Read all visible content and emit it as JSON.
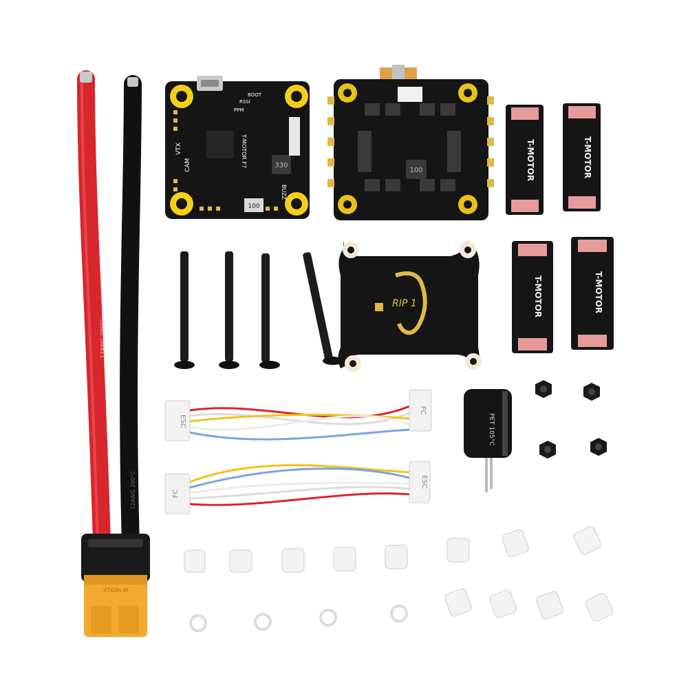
{
  "scene": {
    "background": "#ffffff"
  },
  "flight_controller": {
    "brand_mark": "T-MOTOR F7 ",
    "labels": [
      "VTX",
      "CAM",
      "BUZZ",
      "RSSI",
      "PPM",
      "BOOT"
    ],
    "inductor_code": "330",
    "resistor_code": "100",
    "pad_color": "#f3cf1a"
  },
  "esc": {
    "inductor_code": "100",
    "pad_color": "#e8c21a"
  },
  "capacitor_boards": {
    "brand_mark": "T-MOTOR",
    "count": 4
  },
  "protection_plate": {
    "label": "RIP 1"
  },
  "cables": [
    {
      "left_connector": "ESC",
      "right_connector": "FC"
    },
    {
      "left_connector": "FC",
      "right_connector": "ESC"
    }
  ],
  "wire_print": {
    "red": "12AWG 200°C",
    "black": "12AWG 200°C"
  },
  "capacitor": {
    "print": "PET 105°C"
  },
  "xt60": {
    "label": "XT60H-M"
  },
  "colors": {
    "pcb": "#151515",
    "gold": "#e0b84a",
    "red_wire": "#d8262d",
    "black_wire": "#111111",
    "xt60_body": "#f2a92d"
  }
}
